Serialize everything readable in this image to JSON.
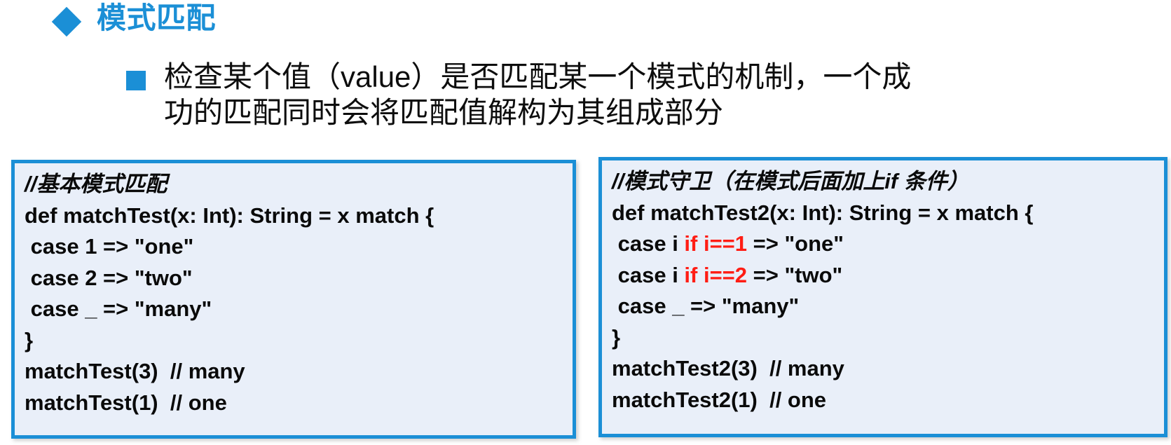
{
  "slide": {
    "heading": {
      "bullet_icon": "diamond-bullet-icon",
      "text": "模式匹配",
      "color": "#1b8fd6"
    },
    "subbullet": {
      "bullet_icon": "square-bullet-icon",
      "text": "检查某个值（value）是否匹配某一个模式的机制，一个成\n功的匹配同时会将匹配值解构为其组成部分",
      "color": "#0d0d0d"
    },
    "code_boxes": [
      {
        "id": "basic-pattern-match",
        "border_color": "#1b8fd6",
        "background_color": "#e9eff9",
        "lines": [
          {
            "type": "comment",
            "text": "//基本模式匹配"
          },
          {
            "type": "code",
            "text": "def matchTest(x: Int): String = x match {"
          },
          {
            "type": "code",
            "text": " case 1 => \"one\""
          },
          {
            "type": "code",
            "text": " case 2 => \"two\""
          },
          {
            "type": "code",
            "text": " case _ => \"many\""
          },
          {
            "type": "code",
            "text": "}"
          },
          {
            "type": "code",
            "text": "matchTest(3)  // many"
          },
          {
            "type": "code",
            "text": "matchTest(1)  // one"
          }
        ]
      },
      {
        "id": "pattern-guard-match",
        "border_color": "#1b8fd6",
        "background_color": "#e9eff9",
        "guard_color": "#ff1d14",
        "lines": [
          {
            "type": "comment",
            "text": "//模式守卫（在模式后面加上if 条件）"
          },
          {
            "type": "code",
            "text": "def matchTest2(x: Int): String = x match {"
          },
          {
            "type": "code_guard",
            "pre": " case i ",
            "guard": "if i==1",
            "post": " => \"one\""
          },
          {
            "type": "code_guard",
            "pre": " case i ",
            "guard": "if i==2",
            "post": " => \"two\""
          },
          {
            "type": "code",
            "text": " case _ => \"many\""
          },
          {
            "type": "code",
            "text": "}"
          },
          {
            "type": "code",
            "text": "matchTest2(3)  // many"
          },
          {
            "type": "code",
            "text": "matchTest2(1)  // one"
          }
        ]
      }
    ]
  }
}
